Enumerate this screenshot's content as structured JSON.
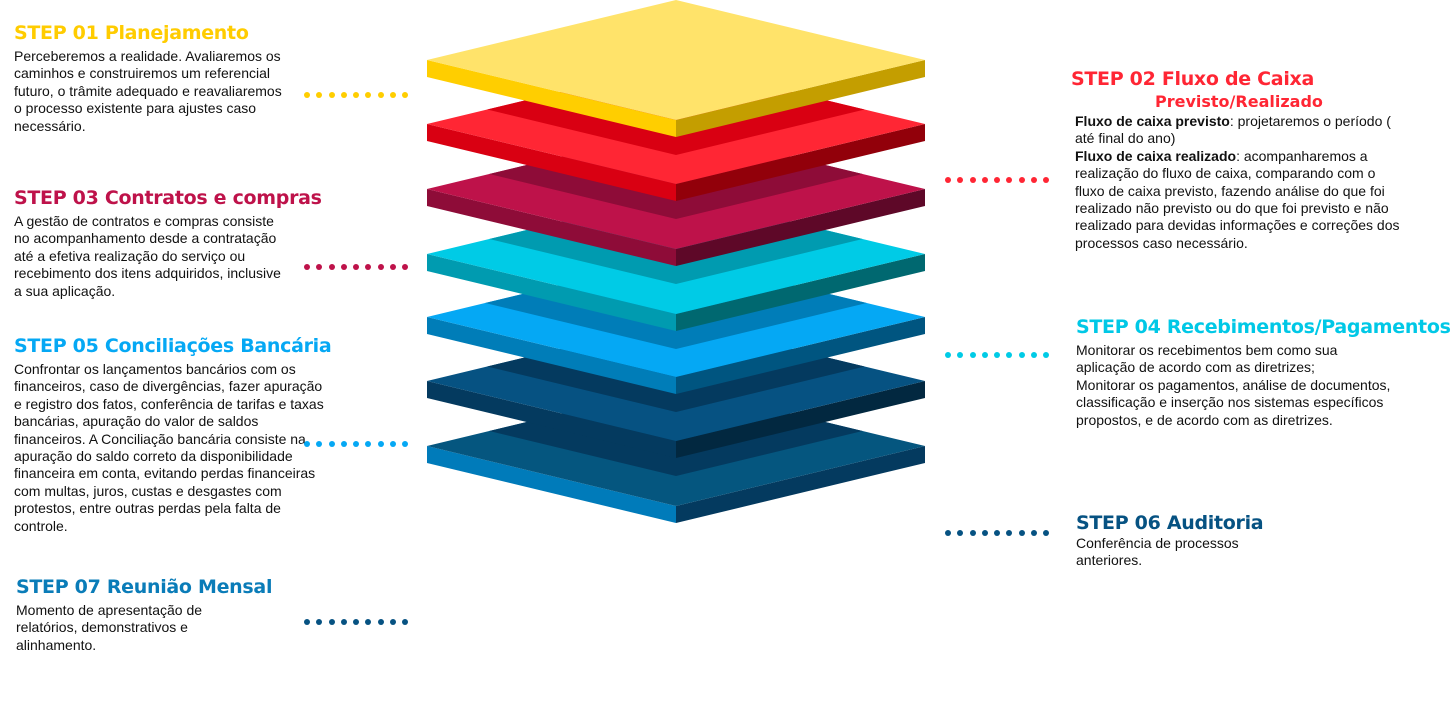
{
  "steps": {
    "s01": {
      "title": "STEP 01 Planejamento",
      "color": "#FFCC00",
      "body": "Perceberemos a realidade. Avaliaremos os\ncaminhos e construiremos um referencial\nfuturo, o trâmite adequado e reavaliaremos\no processo existente para ajustes caso\nnecessário."
    },
    "s02": {
      "title": "STEP 02 Fluxo de Caixa",
      "subtitle": "Previsto/Realizado",
      "color": "#FF2634",
      "p1_label": "Fluxo de caixa previsto",
      "p1_text": ": projetaremos o período (\naté final do ano)",
      "p2_label": "Fluxo de caixa realizado",
      "p2_text": ": acompanharemos a\nrealização do fluxo de caixa, comparando com o\nfluxo de caixa previsto, fazendo análise do que foi\nrealizado não previsto ou do que foi previsto e não\nrealizado para devidas informações e correções dos\nprocessos caso necessário."
    },
    "s03": {
      "title": "STEP 03 Contratos e compras",
      "color": "#BE124A",
      "body": "A gestão de contratos e compras consiste\nno acompanhamento desde a contratação\naté a efetiva realização do serviço ou\nrecebimento dos itens adquiridos, inclusive\na sua aplicação."
    },
    "s04": {
      "title": "STEP 04 Recebimentos/Pagamentos",
      "color": "#00C8E6",
      "body": "Monitorar os recebimentos bem como sua\naplicação de acordo com as diretrizes;\nMonitorar os pagamentos, análise de documentos,\nclassificação e inserção nos sistemas específicos\npropostos, e de acordo com as diretrizes."
    },
    "s05": {
      "title": "STEP 05 Conciliações Bancária",
      "color": "#05A8F4",
      "body": "Confrontar os lançamentos bancários com os\nfinanceiros, caso de divergências, fazer apuração\ne registro dos fatos, conferência de tarifas e taxas\nbancárias, apuração do valor de saldos\nfinanceiros. A Conciliação bancária consiste na\napuração do saldo correto da disponibilidade\nfinanceira em conta, evitando perdas financeiras\ncom multas, juros, custas e desgastes com\nprotestos, entre outras perdas pela falta de\ncontrole."
    },
    "s06": {
      "title": "STEP 06 Auditoria",
      "color": "#065282",
      "body": "Conferência de processos\nanteriores."
    },
    "s07": {
      "title": "STEP 07 Reunião Mensal",
      "color": "#0A7CB8",
      "body": "Momento de apresentação de\nrelatórios, demonstrativos e\nalinhamento."
    }
  },
  "layers": [
    {
      "name": "planejamento",
      "top": "#FFE36A",
      "left": "#FFCE00",
      "right": "#C49E00",
      "shadow": "#FFCE00"
    },
    {
      "name": "fluxo-de-caixa",
      "top": "#FF2634",
      "left": "#D90012",
      "right": "#92000A",
      "shadow": "#D90012"
    },
    {
      "name": "contratos-e-compras",
      "top": "#BE124A",
      "left": "#8E0C38",
      "right": "#5E0828",
      "shadow": "#8E0C38"
    },
    {
      "name": "recebimentos-pagamentos",
      "top": "#00CBE6",
      "left": "#009BB0",
      "right": "#006870",
      "shadow": "#009BB0"
    },
    {
      "name": "conciliacoes-bancaria",
      "top": "#05A8F4",
      "left": "#007DB8",
      "right": "#005580",
      "shadow": "#007DB8"
    },
    {
      "name": "auditoria",
      "top": "#065282",
      "left": "#043A5F",
      "right": "#022840",
      "shadow": "#043A5F"
    },
    {
      "name": "reuniao-mensal",
      "top": "#05567F",
      "left": "#007BBA",
      "right": "#043A5F",
      "shadow": "#043A5F"
    }
  ]
}
